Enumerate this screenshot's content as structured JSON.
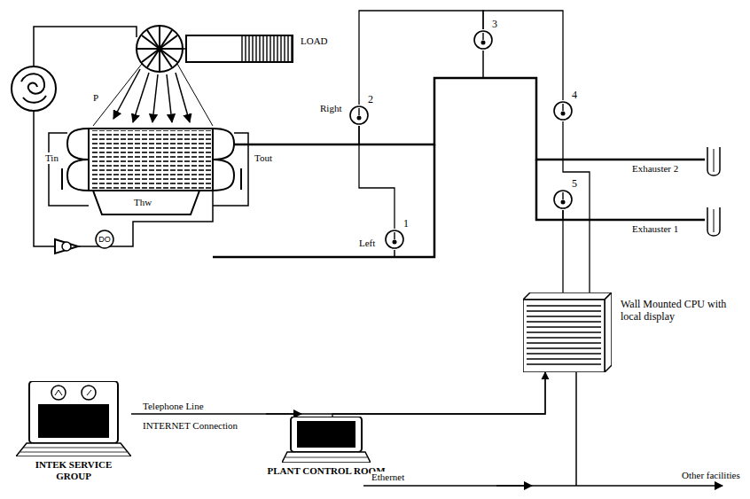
{
  "diagram": {
    "nodes": [
      {
        "text": [
          "2"
        ]
      },
      {
        "text": [
          "3"
        ]
      },
      {
        "text": [
          "4"
        ]
      },
      {
        "text": [
          "1"
        ]
      },
      {
        "text": [
          "5"
        ]
      },
      {
        "text": [
          "DO"
        ]
      },
      {
        "text": [
          "Wall Mounted CPU with local display"
        ]
      },
      {
        "text": [
          "INTEK SERVICE GROUP"
        ]
      },
      {
        "text": [
          "PLANT CONTROL ROOM"
        ]
      }
    ],
    "edges": [
      {
        "from": 3,
        "to": 0,
        "arrow": "none"
      },
      {
        "from": 0,
        "to": 1,
        "arrow": "none"
      },
      {
        "from": 1,
        "to": 2,
        "arrow": "none"
      },
      {
        "from": 2,
        "to": 6,
        "arrow": "none"
      },
      {
        "from": 4,
        "to": 6,
        "arrow": "none"
      },
      {
        "from": 7,
        "to": 6,
        "arrow": "to"
      },
      {
        "from": 8,
        "to": 6,
        "arrow": "none"
      }
    ],
    "labels": [
      "LOAD",
      "P",
      "Tin",
      "Tout",
      "Thw",
      "Right",
      "Left",
      "Exhauster 2",
      "Exhauster 1",
      "Telephone Line",
      "INTERNET Connection",
      "Ethernet",
      "Other facilities"
    ]
  }
}
